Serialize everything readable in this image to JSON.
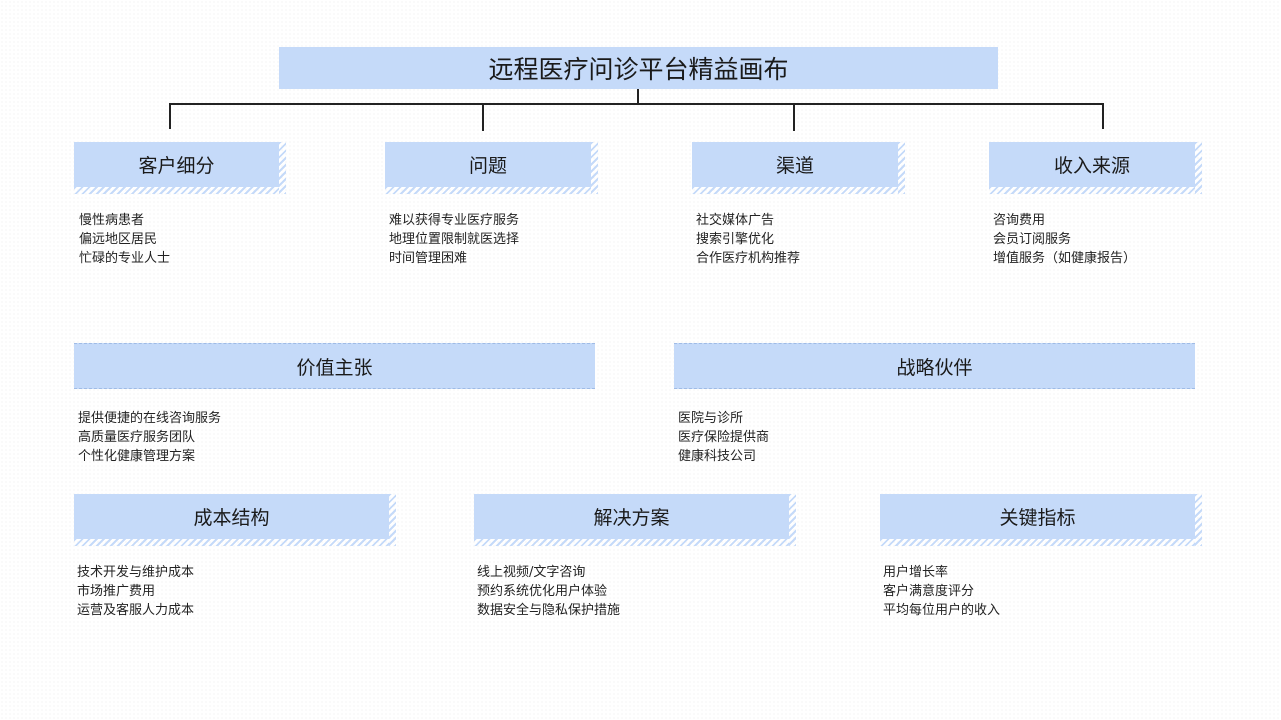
{
  "title": "远程医疗问诊平台精益画布",
  "sections": {
    "customer_segments": {
      "label": "客户细分",
      "items": [
        "慢性病患者",
        "偏远地区居民",
        "忙碌的专业人士"
      ]
    },
    "problem": {
      "label": "问题",
      "items": [
        "难以获得专业医疗服务",
        "地理位置限制就医选择",
        "时间管理困难"
      ]
    },
    "channels": {
      "label": "渠道",
      "items": [
        "社交媒体广告",
        "搜索引擎优化",
        "合作医疗机构推荐"
      ]
    },
    "revenue_streams": {
      "label": "收入来源",
      "items": [
        "咨询费用",
        "会员订阅服务",
        "增值服务（如健康报告）"
      ]
    },
    "value_proposition": {
      "label": "价值主张",
      "items": [
        "提供便捷的在线咨询服务",
        "高质量医疗服务团队",
        "个性化健康管理方案"
      ]
    },
    "strategic_partners": {
      "label": "战略伙伴",
      "items": [
        "医院与诊所",
        "医疗保险提供商",
        "健康科技公司"
      ]
    },
    "cost_structure": {
      "label": "成本结构",
      "items": [
        "技术开发与维护成本",
        "市场推广费用",
        "运营及客服人力成本"
      ]
    },
    "solution": {
      "label": "解决方案",
      "items": [
        "线上视频/文字咨询",
        "预约系统优化用户体验",
        "数据安全与隐私保护措施"
      ]
    },
    "key_metrics": {
      "label": "关键指标",
      "items": [
        "用户增长率",
        "客户满意度评分",
        "平均每位用户的收入"
      ]
    }
  },
  "colors": {
    "card_fill": "#c5daf9",
    "connector": "#222222"
  }
}
